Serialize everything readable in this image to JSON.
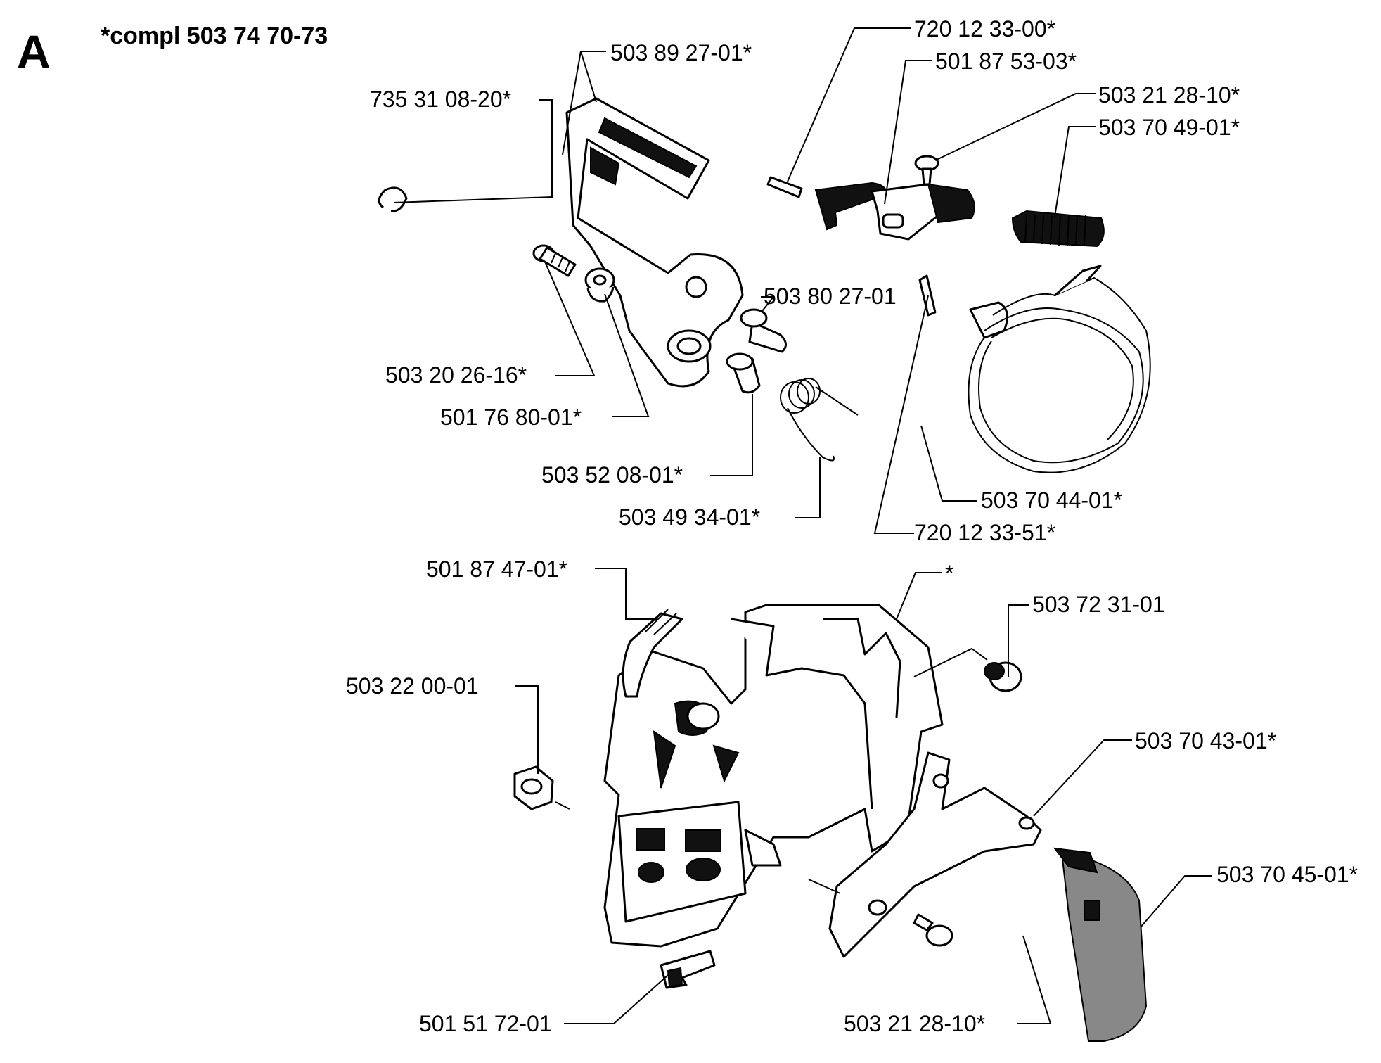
{
  "section_letter": "A",
  "assembly_note": "*compl 503 74 70-73",
  "labels": [
    "503 89 27-01*",
    "735 31 08-20*",
    "720 12 33-00*",
    "501 87 53-03*",
    "503 21 28-10*",
    "503 70 49-01*",
    "503 80 27-01",
    "503 20 26-16*",
    "501 76 80-01*",
    "503 52 08-01*",
    "503 49 34-01*",
    "503 70 44-01*",
    "720 12 33-51*",
    "501 87 47-01*",
    "*",
    "503 72 31-01",
    "503 22 00-01",
    "503 70 43-01*",
    "503 70 45-01*",
    "501 51 72-01",
    "503 21 28-10*"
  ]
}
